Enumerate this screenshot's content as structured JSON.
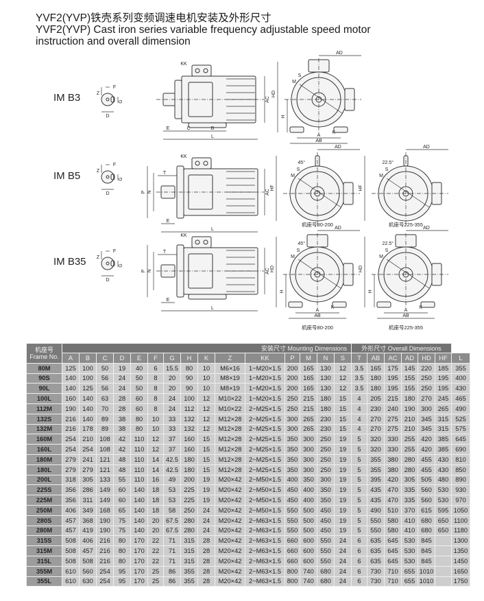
{
  "title": {
    "line1": "YVF2(YVP)铁壳系列变频调速电机安装及外形尺寸",
    "line2": "YVF2(YVP) Cast iron series variable frequency adjustable speed motor",
    "line3": "instruction and overall dimension"
  },
  "views": [
    {
      "label": "IM  B3"
    },
    {
      "label": "IM  B5"
    },
    {
      "label": "IM  B35"
    }
  ],
  "captions": {
    "small_frame": "机座号80-200",
    "large_frame": "机座号225-355"
  },
  "dim_labels": {
    "F": "F",
    "Z": "Z",
    "G": "G",
    "D": "D",
    "KK": "KK",
    "E": "E",
    "C": "C",
    "B": "B",
    "L": "L",
    "AC": "AC",
    "AD": "AD",
    "HD": "HD",
    "H": "H",
    "A": "A",
    "AB": "AB",
    "K": "K",
    "HF": "HF",
    "S": "S",
    "M": "M",
    "P": "P",
    "N": "N",
    "T": "T",
    "angle45": "45°",
    "angle22": "22.5°"
  },
  "table": {
    "frame_header_cn": "机座号",
    "frame_header_en": "Frame No.",
    "mounting_header": "安装尺寸 Mounting Dimensions",
    "overall_header": "外形尺寸 Overall Dimensions",
    "columns": [
      "A",
      "B",
      "C",
      "D",
      "E",
      "F",
      "G",
      "H",
      "K",
      "Z",
      "KK",
      "P",
      "M",
      "N",
      "S",
      "T",
      "AB",
      "AC",
      "AD",
      "HD",
      "HF",
      "L"
    ],
    "rows": [
      [
        "80M",
        "125",
        "100",
        "50",
        "19",
        "40",
        "6",
        "15.5",
        "80",
        "10",
        "M6×16",
        "1−M20×1.5",
        "200",
        "165",
        "130",
        "12",
        "3.5",
        "165",
        "175",
        "145",
        "220",
        "185",
        "355"
      ],
      [
        "90S",
        "140",
        "100",
        "56",
        "24",
        "50",
        "8",
        "20",
        "90",
        "10",
        "M8×19",
        "1−M20×1.5",
        "200",
        "165",
        "130",
        "12",
        "3.5",
        "180",
        "195",
        "155",
        "250",
        "195",
        "400"
      ],
      [
        "90L",
        "140",
        "125",
        "56",
        "24",
        "50",
        "8",
        "20",
        "90",
        "10",
        "M8×19",
        "1−M20×1.5",
        "200",
        "165",
        "130",
        "12",
        "3.5",
        "180",
        "195",
        "155",
        "250",
        "195",
        "430"
      ],
      [
        "100L",
        "160",
        "140",
        "63",
        "28",
        "60",
        "8",
        "24",
        "100",
        "12",
        "M10×22",
        "1−M20×1.5",
        "250",
        "215",
        "180",
        "15",
        "4",
        "205",
        "215",
        "180",
        "270",
        "245",
        "465"
      ],
      [
        "112M",
        "190",
        "140",
        "70",
        "28",
        "60",
        "8",
        "24",
        "112",
        "12",
        "M10×22",
        "2−M25×1.5",
        "250",
        "215",
        "180",
        "15",
        "4",
        "230",
        "240",
        "190",
        "300",
        "265",
        "490"
      ],
      [
        "132S",
        "216",
        "140",
        "89",
        "38",
        "80",
        "10",
        "33",
        "132",
        "12",
        "M12×28",
        "2−M25×1.5",
        "300",
        "265",
        "230",
        "15",
        "4",
        "270",
        "275",
        "210",
        "345",
        "315",
        "525"
      ],
      [
        "132M",
        "216",
        "178",
        "89",
        "38",
        "80",
        "10",
        "33",
        "132",
        "12",
        "M12×28",
        "2−M25×1.5",
        "300",
        "265",
        "230",
        "15",
        "4",
        "270",
        "275",
        "210",
        "345",
        "315",
        "575"
      ],
      [
        "160M",
        "254",
        "210",
        "108",
        "42",
        "110",
        "12",
        "37",
        "160",
        "15",
        "M12×28",
        "2−M25×1.5",
        "350",
        "300",
        "250",
        "19",
        "5",
        "320",
        "330",
        "255",
        "420",
        "385",
        "645"
      ],
      [
        "160L",
        "254",
        "254",
        "108",
        "42",
        "110",
        "12",
        "37",
        "160",
        "15",
        "M12×28",
        "2−M25×1.5",
        "350",
        "300",
        "250",
        "19",
        "5",
        "320",
        "330",
        "255",
        "420",
        "385",
        "690"
      ],
      [
        "180M",
        "279",
        "241",
        "121",
        "48",
        "110",
        "14",
        "42.5",
        "180",
        "15",
        "M12×28",
        "2−M25×1.5",
        "350",
        "300",
        "250",
        "19",
        "5",
        "355",
        "380",
        "280",
        "455",
        "430",
        "810"
      ],
      [
        "180L",
        "279",
        "279",
        "121",
        "48",
        "110",
        "14",
        "42.5",
        "180",
        "15",
        "M12×28",
        "2−M25×1.5",
        "350",
        "300",
        "250",
        "19",
        "5",
        "355",
        "380",
        "280",
        "455",
        "430",
        "850"
      ],
      [
        "200L",
        "318",
        "305",
        "133",
        "55",
        "110",
        "16",
        "49",
        "200",
        "19",
        "M20×42",
        "2−M50×1.5",
        "400",
        "350",
        "300",
        "19",
        "5",
        "395",
        "420",
        "305",
        "505",
        "480",
        "890"
      ],
      [
        "225S",
        "356",
        "286",
        "149",
        "60",
        "140",
        "18",
        "53",
        "225",
        "19",
        "M20×42",
        "2−M50×1.5",
        "450",
        "400",
        "350",
        "19",
        "5",
        "435",
        "470",
        "335",
        "560",
        "530",
        "930"
      ],
      [
        "225M",
        "356",
        "311",
        "149",
        "60",
        "140",
        "18",
        "53",
        "225",
        "19",
        "M20×42",
        "2−M50×1.5",
        "450",
        "400",
        "350",
        "19",
        "5",
        "435",
        "470",
        "335",
        "560",
        "530",
        "970"
      ],
      [
        "250M",
        "406",
        "349",
        "168",
        "65",
        "140",
        "18",
        "58",
        "250",
        "24",
        "M20×42",
        "2−M50×1.5",
        "550",
        "500",
        "450",
        "19",
        "5",
        "490",
        "510",
        "370",
        "615",
        "595",
        "1050"
      ],
      [
        "280S",
        "457",
        "368",
        "190",
        "75",
        "140",
        "20",
        "67.5",
        "280",
        "24",
        "M20×42",
        "2−M63×1.5",
        "550",
        "500",
        "450",
        "19",
        "5",
        "550",
        "580",
        "410",
        "680",
        "650",
        "1100"
      ],
      [
        "280M",
        "457",
        "419",
        "190",
        "75",
        "140",
        "20",
        "67.5",
        "280",
        "24",
        "M20×42",
        "2−M63×1.5",
        "550",
        "500",
        "450",
        "19",
        "5",
        "550",
        "580",
        "410",
        "680",
        "650",
        "1180"
      ],
      [
        "315S",
        "508",
        "406",
        "216",
        "80",
        "170",
        "22",
        "71",
        "315",
        "28",
        "M20×42",
        "2−M63×1.5",
        "660",
        "600",
        "550",
        "24",
        "6",
        "635",
        "645",
        "530",
        "845",
        "",
        "1300"
      ],
      [
        "315M",
        "508",
        "457",
        "216",
        "80",
        "170",
        "22",
        "71",
        "315",
        "28",
        "M20×42",
        "2−M63×1.5",
        "660",
        "600",
        "550",
        "24",
        "6",
        "635",
        "645",
        "530",
        "845",
        "",
        "1350"
      ],
      [
        "315L",
        "508",
        "508",
        "216",
        "80",
        "170",
        "22",
        "71",
        "315",
        "28",
        "M20×42",
        "2−M63×1.5",
        "660",
        "600",
        "550",
        "24",
        "6",
        "635",
        "645",
        "530",
        "845",
        "",
        "1450"
      ],
      [
        "355M",
        "610",
        "560",
        "254",
        "95",
        "170",
        "25",
        "86",
        "355",
        "28",
        "M20×42",
        "2−M63×1.5",
        "800",
        "740",
        "680",
        "24",
        "6",
        "730",
        "710",
        "655",
        "1010",
        "",
        "1650"
      ],
      [
        "355L",
        "610",
        "630",
        "254",
        "95",
        "170",
        "25",
        "86",
        "355",
        "28",
        "M20×42",
        "2−M63×1.5",
        "800",
        "740",
        "680",
        "24",
        "6",
        "730",
        "710",
        "655",
        "1010",
        "",
        "1750"
      ]
    ]
  }
}
